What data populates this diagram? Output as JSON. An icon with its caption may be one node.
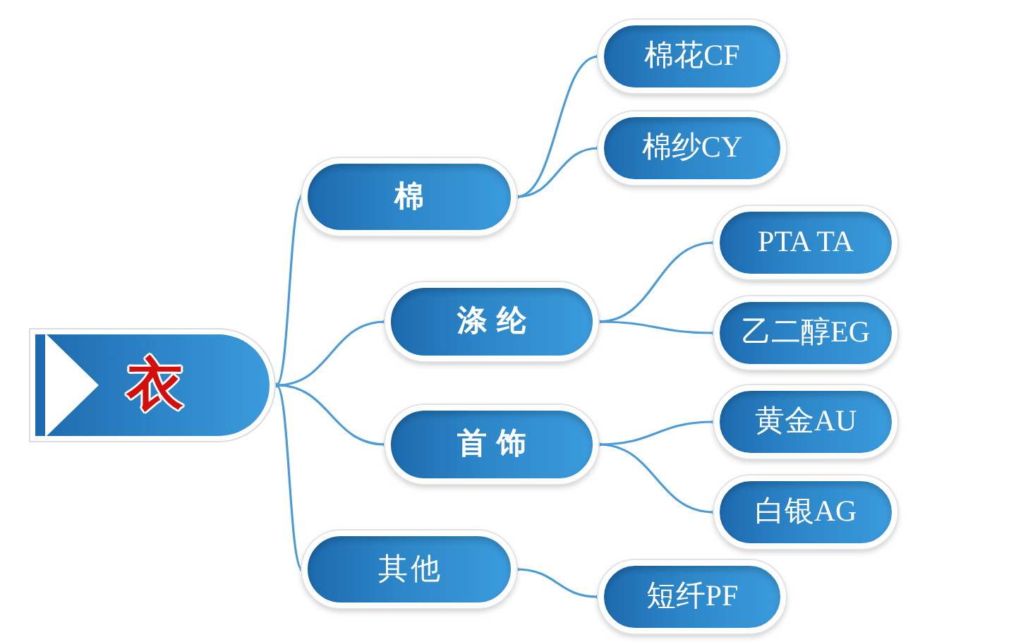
{
  "diagram": {
    "nodes": [
      {
        "text": [
          "衣"
        ]
      },
      {
        "text": [
          "棉"
        ]
      },
      {
        "text": [
          "棉花CF"
        ]
      },
      {
        "text": [
          "棉纱CY"
        ]
      },
      {
        "text": [
          "涤纶"
        ]
      },
      {
        "text": [
          "PTA TA"
        ]
      },
      {
        "text": [
          "乙二醇EG"
        ]
      },
      {
        "text": [
          "首饰"
        ]
      },
      {
        "text": [
          "黄金AU"
        ]
      },
      {
        "text": [
          "白银AG"
        ]
      },
      {
        "text": [
          "其他"
        ]
      },
      {
        "text": [
          "短纤PF"
        ]
      }
    ],
    "edges": [
      {
        "from": 0,
        "to": 1,
        "arrow": "other"
      },
      {
        "from": 0,
        "to": 4,
        "arrow": "other"
      },
      {
        "from": 0,
        "to": 7,
        "arrow": "other"
      },
      {
        "from": 0,
        "to": 10,
        "arrow": "other"
      },
      {
        "from": 1,
        "to": 2,
        "arrow": "other"
      },
      {
        "from": 1,
        "to": 3,
        "arrow": "other"
      },
      {
        "from": 4,
        "to": 5,
        "arrow": "other"
      },
      {
        "from": 4,
        "to": 6,
        "arrow": "other"
      },
      {
        "from": 7,
        "to": 8,
        "arrow": "other"
      },
      {
        "from": 7,
        "to": 9,
        "arrow": "other"
      },
      {
        "from": 10,
        "to": 11,
        "arrow": "other"
      }
    ]
  }
}
